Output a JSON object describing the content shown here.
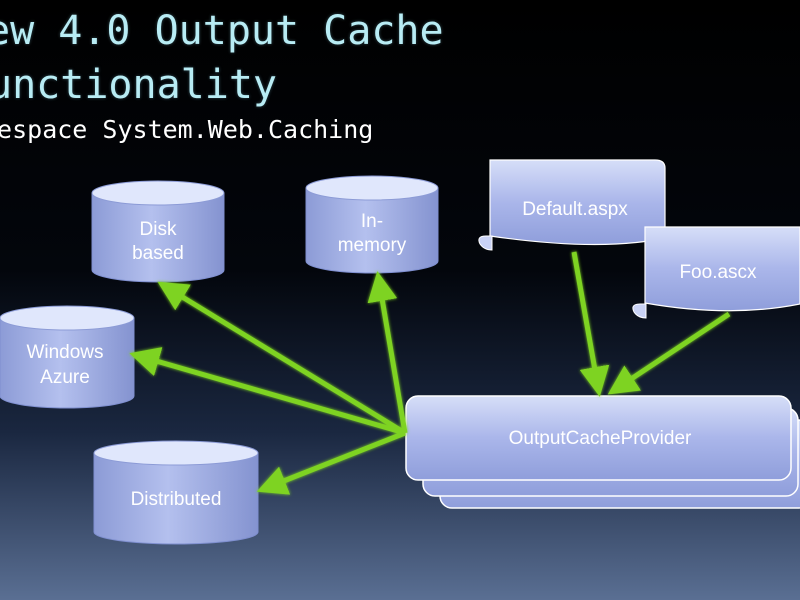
{
  "slide": {
    "title_line1": "ew 4.0 Output Cache",
    "title_line2": "unctionality",
    "subtitle": "mespace System.Web.Caching"
  },
  "diagram": {
    "stores": {
      "disk_line1": "Disk",
      "disk_line2": "based",
      "memory_line1": "In-",
      "memory_line2": "memory",
      "azure_line1": "Windows",
      "azure_line2": "Azure",
      "distributed": "Distributed"
    },
    "pages": {
      "default_aspx": "Default.aspx",
      "foo_ascx": "Foo.ascx"
    },
    "provider": "OutputCacheProvider"
  },
  "colors": {
    "shape_fill": "#a6b3e6",
    "shape_top": "#dfe6fb",
    "arrow": "#7ed321"
  }
}
